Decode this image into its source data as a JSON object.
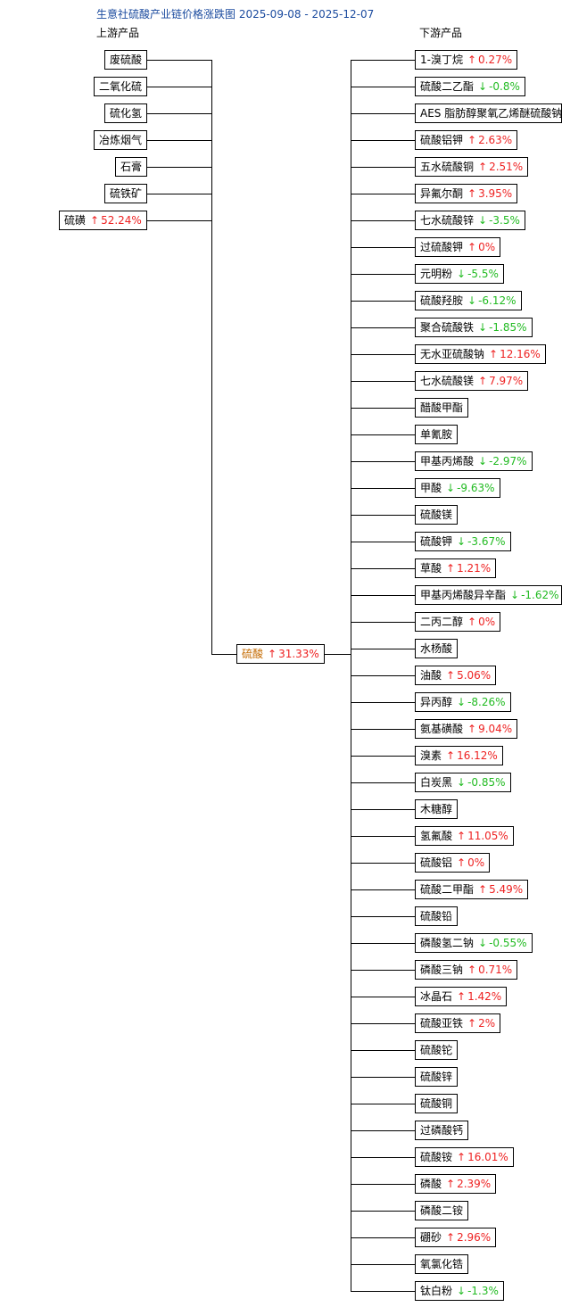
{
  "title": "生意社硫酸产业链价格涨跌图 2025-09-08 - 2025-12-07",
  "upstream_header": "上游产品",
  "downstream_header": "下游产品",
  "colors": {
    "up": "#ee2222",
    "down": "#22bb22",
    "center": "#c46a00",
    "title": "#1a4a9e"
  },
  "center": {
    "name": "硫酸",
    "change": "31.33%",
    "dir": "up"
  },
  "upstream": [
    {
      "name": "废硫酸"
    },
    {
      "name": "二氧化硫"
    },
    {
      "name": "硫化氢"
    },
    {
      "name": "冶炼烟气"
    },
    {
      "name": "石膏"
    },
    {
      "name": "硫铁矿"
    },
    {
      "name": "硫磺",
      "change": "52.24%",
      "dir": "up"
    }
  ],
  "downstream": [
    {
      "name": "1-溴丁烷",
      "change": "0.27%",
      "dir": "up"
    },
    {
      "name": "硫酸二乙酯",
      "change": "-0.8%",
      "dir": "down"
    },
    {
      "name": "AES 脂肪醇聚氧乙烯醚硫酸钠"
    },
    {
      "name": "硫酸铝钾",
      "change": "2.63%",
      "dir": "up"
    },
    {
      "name": "五水硫酸铜",
      "change": "2.51%",
      "dir": "up"
    },
    {
      "name": "异氟尔酮",
      "change": "3.95%",
      "dir": "up"
    },
    {
      "name": "七水硫酸锌",
      "change": "-3.5%",
      "dir": "down"
    },
    {
      "name": "过硫酸钾",
      "change": "0%",
      "dir": "up"
    },
    {
      "name": "元明粉",
      "change": "-5.5%",
      "dir": "down"
    },
    {
      "name": "硫酸羟胺",
      "change": "-6.12%",
      "dir": "down"
    },
    {
      "name": "聚合硫酸铁",
      "change": "-1.85%",
      "dir": "down"
    },
    {
      "name": "无水亚硫酸钠",
      "change": "12.16%",
      "dir": "up"
    },
    {
      "name": "七水硫酸镁",
      "change": "7.97%",
      "dir": "up"
    },
    {
      "name": "醋酸甲酯"
    },
    {
      "name": "单氰胺"
    },
    {
      "name": "甲基丙烯酸",
      "change": "-2.97%",
      "dir": "down"
    },
    {
      "name": "甲酸",
      "change": "-9.63%",
      "dir": "down"
    },
    {
      "name": "硫酸镁"
    },
    {
      "name": "硫酸钾",
      "change": "-3.67%",
      "dir": "down"
    },
    {
      "name": "草酸",
      "change": "1.21%",
      "dir": "up"
    },
    {
      "name": "甲基丙烯酸异辛酯",
      "change": "-1.62%",
      "dir": "down"
    },
    {
      "name": "二丙二醇",
      "change": "0%",
      "dir": "up"
    },
    {
      "name": "水杨酸"
    },
    {
      "name": "油酸",
      "change": "5.06%",
      "dir": "up"
    },
    {
      "name": "异丙醇",
      "change": "-8.26%",
      "dir": "down"
    },
    {
      "name": "氨基磺酸",
      "change": "9.04%",
      "dir": "up"
    },
    {
      "name": "溴素",
      "change": "16.12%",
      "dir": "up"
    },
    {
      "name": "白炭黑",
      "change": "-0.85%",
      "dir": "down"
    },
    {
      "name": "木糖醇"
    },
    {
      "name": "氢氟酸",
      "change": "11.05%",
      "dir": "up"
    },
    {
      "name": "硫酸铝",
      "change": "0%",
      "dir": "up"
    },
    {
      "name": "硫酸二甲酯",
      "change": "5.49%",
      "dir": "up"
    },
    {
      "name": "硫酸铅"
    },
    {
      "name": "磷酸氢二钠",
      "change": "-0.55%",
      "dir": "down"
    },
    {
      "name": "磷酸三钠",
      "change": "0.71%",
      "dir": "up"
    },
    {
      "name": "冰晶石",
      "change": "1.42%",
      "dir": "up"
    },
    {
      "name": "硫酸亚铁",
      "change": "2%",
      "dir": "up"
    },
    {
      "name": "硫酸铊"
    },
    {
      "name": "硫酸锌"
    },
    {
      "name": "硫酸铜"
    },
    {
      "name": "过磷酸钙"
    },
    {
      "name": "硫酸铵",
      "change": "16.01%",
      "dir": "up"
    },
    {
      "name": "磷酸",
      "change": "2.39%",
      "dir": "up"
    },
    {
      "name": "磷酸二铵"
    },
    {
      "name": "硼砂",
      "change": "2.96%",
      "dir": "up"
    },
    {
      "name": "氧氯化锆"
    },
    {
      "name": "钛白粉",
      "change": "-1.3%",
      "dir": "down"
    }
  ]
}
